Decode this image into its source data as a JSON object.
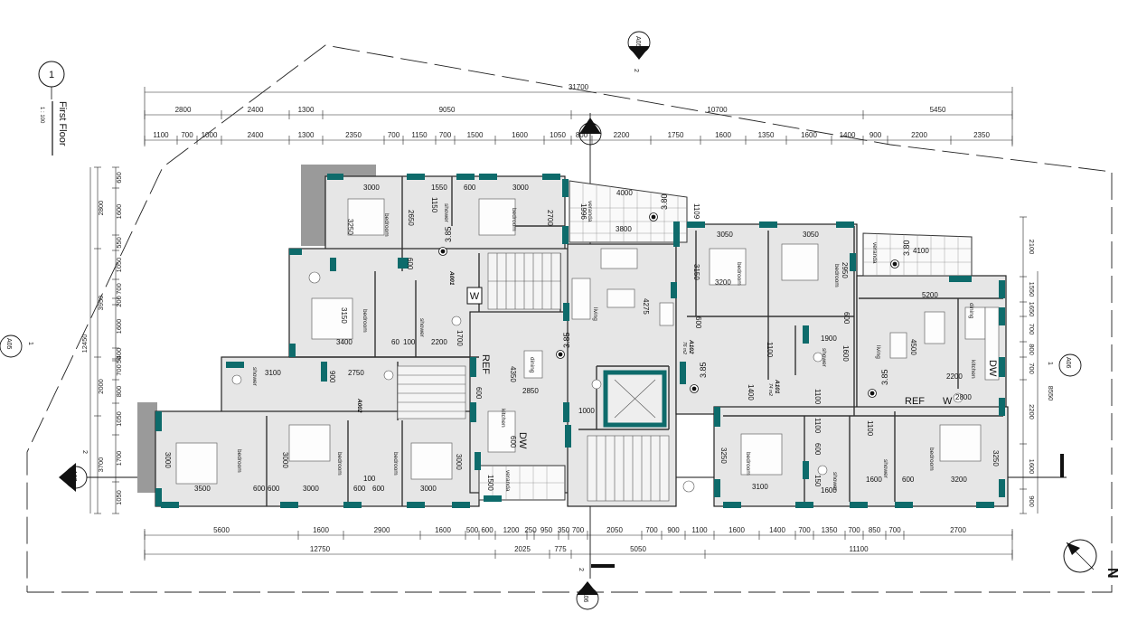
{
  "drawing": {
    "view_number": "1",
    "title": "First Floor",
    "scale": "1 : 100",
    "north_label": "N"
  },
  "section_marks": [
    {
      "id": "sm-top",
      "ref": "A05",
      "num": "2"
    },
    {
      "id": "sm-left",
      "ref": "A05",
      "num": "1"
    },
    {
      "id": "sm-right",
      "ref": "A06",
      "num": "1"
    },
    {
      "id": "sm-bottom",
      "ref": "A06",
      "num": "2"
    },
    {
      "id": "sm-west",
      "ref": "A07",
      "num": "2"
    }
  ],
  "top_dims": {
    "overall": "31700",
    "row2": [
      "2800",
      "2400",
      "1300",
      "9050",
      "10700",
      "5450"
    ],
    "row3": [
      "1100",
      "700",
      "1000",
      "2400",
      "1300",
      "2350",
      "700",
      "1150",
      "700",
      "1500",
      "1600",
      "1050",
      "800",
      "2200",
      "1750",
      "1600",
      "1350",
      "1600",
      "1400",
      "900",
      "2200",
      "2350"
    ]
  },
  "bottom_dims": {
    "row1": [
      "5600",
      "1600",
      "2900",
      "1600",
      "500",
      "600",
      "1200",
      "250",
      "950",
      "350",
      "700",
      "2050",
      "700",
      "900",
      "1100",
      "1600",
      "1400",
      "700",
      "1350",
      "700",
      "850",
      "700",
      "2700"
    ],
    "row2": [
      "12750",
      "2025",
      "775",
      "5050",
      "11100"
    ]
  },
  "left_dims": {
    "overall": "12450",
    "outer": [
      "2800",
      "3950",
      "2000",
      "3700"
    ],
    "inner": [
      "650",
      "1600",
      "550",
      "1050",
      "700",
      "200",
      "1600",
      "400",
      "50",
      "700",
      "800",
      "1050",
      "1700",
      "1050"
    ]
  },
  "right_dims": {
    "overall": "8550",
    "items": [
      "2100",
      "1550",
      "1650",
      "700",
      "800",
      "700",
      "2200",
      "1600",
      "900"
    ]
  },
  "units": [
    {
      "code": "A001",
      "area": ""
    },
    {
      "code": "A002",
      "area": ""
    },
    {
      "code": "A102",
      "area": "76 m2"
    },
    {
      "code": "A101",
      "area": "74 m2"
    }
  ],
  "rooms": {
    "bedroom": "bedroom",
    "shower": "shower",
    "living": "living",
    "dining": "dining",
    "kitchen": "kitchen",
    "veranda": "veranda"
  },
  "levels": {
    "l385": "3.85",
    "l380": "3.80"
  },
  "fixtures": {
    "ref": "REF",
    "w": "W",
    "dw": "DW"
  },
  "room_dims": {
    "d3000": "3000",
    "d3250": "3250",
    "d2650": "2650",
    "d1550": "1550",
    "d1150": "1150",
    "d600": "600",
    "d2700": "2700",
    "d4000": "4000",
    "d1996": "1996",
    "d3800": "3800",
    "d1109": "1109",
    "d3150": "3150",
    "d3400": "3400",
    "d60": "60",
    "d100": "100",
    "d2200": "2200",
    "d1700": "1700",
    "d3100": "3100",
    "d900": "900",
    "d2750": "2750",
    "d4350": "4350",
    "d2850": "2850",
    "d1000": "1000",
    "d3500": "3500",
    "d1500": "1500",
    "d4275": "4275",
    "d3050": "3050",
    "d3200": "3200",
    "d2950": "2950",
    "d1100": "1100",
    "d1400": "1400",
    "d1900": "1900",
    "d5200": "5200",
    "d4500": "4500",
    "d2800": "2800",
    "d1600": "1600",
    "d150": "150",
    "d4100": "4100"
  }
}
